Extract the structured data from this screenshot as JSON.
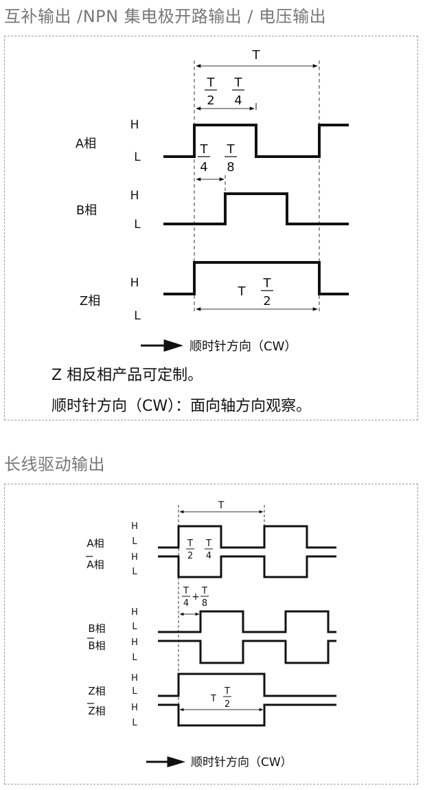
{
  "section1": {
    "title": "互补输出 /NPN 集电极开路输出 / 电压输出",
    "period_label": "T",
    "frac_half": {
      "num": "T",
      "den": "2"
    },
    "frac_quarter": {
      "num": "T",
      "den": "4"
    },
    "frac_eighth": {
      "num": "T",
      "den": "8"
    },
    "rows": [
      {
        "label": "A相",
        "high": "H",
        "low": "L"
      },
      {
        "label": "B相",
        "high": "H",
        "low": "L"
      },
      {
        "label": "Z相",
        "high": "H",
        "low": "L"
      }
    ],
    "z_width_label": "T",
    "direction": "顺时针方向（CW）",
    "notes": [
      "Z 相反相产品可定制。",
      "顺时针方向（CW）：面向轴方向观察。"
    ]
  },
  "section2": {
    "title": "长线驱动输出",
    "period_label": "T",
    "frac_half": {
      "num": "T",
      "den": "2"
    },
    "frac_quarter": {
      "num": "T",
      "den": "4"
    },
    "frac_eighth": {
      "num": "T",
      "den": "8"
    },
    "plus": "+",
    "rows": [
      {
        "label": "A相",
        "label_bar": "A相",
        "high": "H",
        "low": "L"
      },
      {
        "label": "B相",
        "label_bar": "B相",
        "high": "H",
        "low": "L"
      },
      {
        "label": "Z相",
        "label_bar": "Z相",
        "high": "H",
        "low": "L"
      }
    ],
    "z_width_label": "T",
    "direction": "顺时针方向（CW）"
  }
}
